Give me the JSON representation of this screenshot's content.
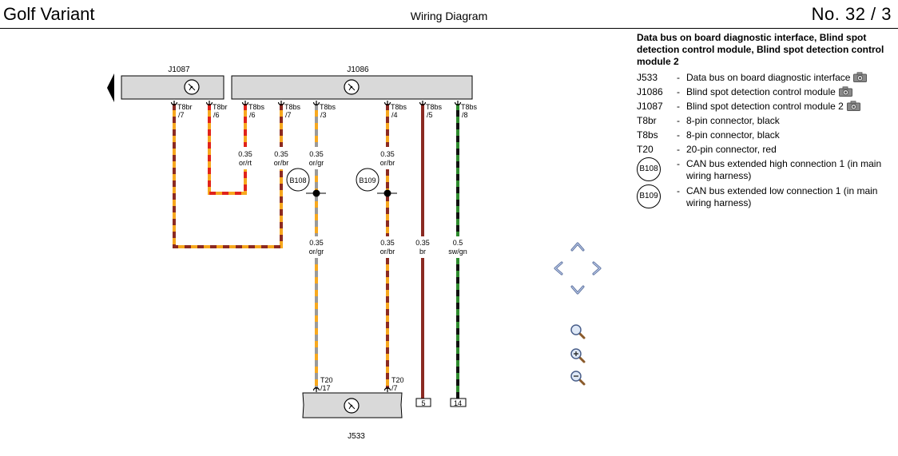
{
  "header": {
    "model": "Golf Variant",
    "title": "Wiring Diagram",
    "page": "No.  32 / 3"
  },
  "diagram": {
    "components": {
      "j1087": "J1087",
      "j1086": "J1086",
      "j533": "J533"
    },
    "pins": {
      "t8br_7_a": "T8br",
      "t8br_7_b": "/7",
      "t8br_6_a": "T8br",
      "t8br_6_b": "/6",
      "t8bs_6_a": "T8bs",
      "t8bs_6_b": "/6",
      "t8bs_7_a": "T8bs",
      "t8bs_7_b": "/7",
      "t8bs_3_a": "T8bs",
      "t8bs_3_b": "/3",
      "t8bs_4_a": "T8bs",
      "t8bs_4_b": "/4",
      "t8bs_5_a": "T8bs",
      "t8bs_5_b": "/5",
      "t8bs_8_a": "T8bs",
      "t8bs_8_b": "/8",
      "t20_17_a": "T20",
      "t20_17_b": "/17",
      "t20_7_a": "T20",
      "t20_7_b": "/7"
    },
    "wire_labels": {
      "w1_size": "0.35",
      "w1_color": "or/rt",
      "w2_size": "0.35",
      "w2_color": "or/br",
      "w3_size": "0.35",
      "w3_color": "or/gr",
      "w4_size": "0.35",
      "w4_color": "or/br",
      "w5_size": "0.35",
      "w5_color": "or/gr",
      "w6_size": "0.35",
      "w6_color": "or/br",
      "w7_size": "0.35",
      "w7_color": "br",
      "w8_size": "0.5",
      "w8_color": "sw/gn"
    },
    "connections": {
      "b108": "B108",
      "b109": "B109"
    },
    "terminals": {
      "t5": "5",
      "t14": "14"
    },
    "colors": {
      "orange": "#f7a81e",
      "red": "#e0231b",
      "brown": "#8b2a22",
      "grey": "#9a9a9a",
      "black": "#111111",
      "green": "#2e8b2e",
      "box_fill": "#d9d9d9"
    }
  },
  "legend": {
    "title": "Data bus on board diagnostic interface, Blind spot detection control module, Blind spot detection control module 2",
    "items": [
      {
        "code": "J533",
        "desc": "Data bus on board diagnostic interface",
        "camera": true
      },
      {
        "code": "J1086",
        "desc": "Blind spot detection control module",
        "camera": true
      },
      {
        "code": "J1087",
        "desc": "Blind spot detection control module 2",
        "camera": true
      },
      {
        "code": "T8br",
        "desc": "8-pin connector, black",
        "camera": false
      },
      {
        "code": "T8bs",
        "desc": "8-pin connector, black",
        "camera": false
      },
      {
        "code": "T20",
        "desc": "20-pin connector, red",
        "camera": false
      }
    ],
    "circles": [
      {
        "code": "B108",
        "desc": "CAN bus extended high connection 1 (in main wiring harness)"
      },
      {
        "code": "B109",
        "desc": "CAN bus extended low connection 1 (in main wiring harness)"
      }
    ]
  },
  "controls": {
    "nav": [
      "chevron-up-icon",
      "chevron-left-icon",
      "chevron-right-icon",
      "chevron-down-icon"
    ],
    "zoom": [
      "zoom-fit-icon",
      "zoom-in-icon",
      "zoom-out-icon"
    ]
  }
}
